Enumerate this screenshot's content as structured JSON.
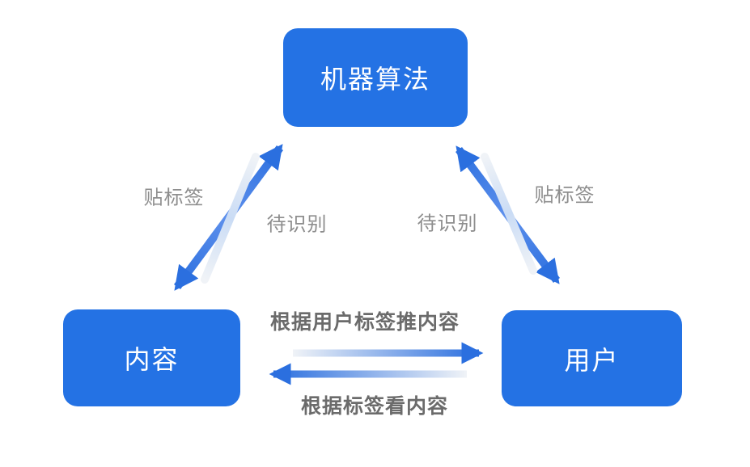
{
  "diagram": {
    "nodes": {
      "algorithm": {
        "label": "机器算法"
      },
      "content": {
        "label": "内容"
      },
      "user": {
        "label": "用户"
      }
    },
    "edges": {
      "content_to_algorithm_tag": "贴标签",
      "algorithm_to_content_identify": "待识别",
      "user_to_algorithm_identify": "待识别",
      "algorithm_to_user_tag": "贴标签",
      "content_to_user_push": "根据用户标签推内容",
      "user_to_content_view": "根据标签看内容"
    },
    "colors": {
      "node_fill": "#2472e4",
      "arrow_blue": "#2b6fdf",
      "arrow_mid": "#5e90ec",
      "streak_light": "#cadcf5",
      "streak_faint": "#f0f3f7",
      "label_gray": "#8e8e8e",
      "bold_gray": "#6b6b6b"
    }
  }
}
